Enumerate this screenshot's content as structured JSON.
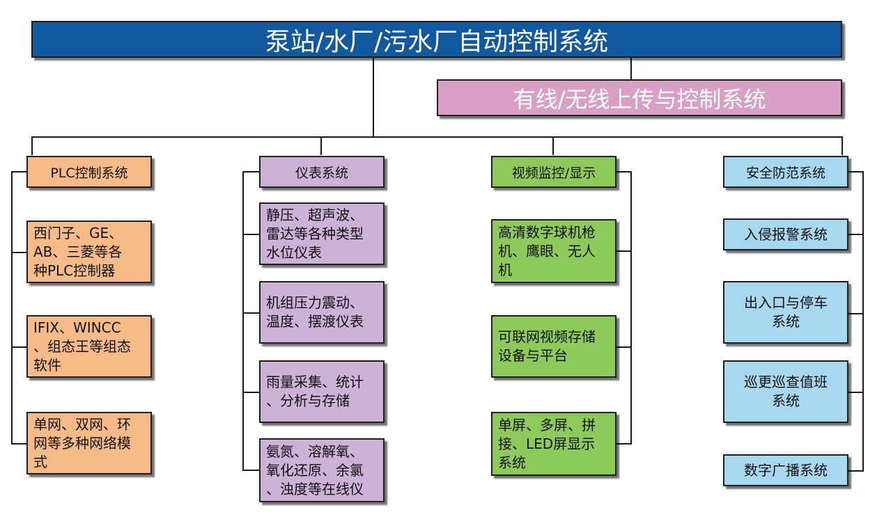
{
  "title": "泵站/水厂/污水厂自动控制系统",
  "subtitle": "有线/无线上传与控制系统",
  "columns": [
    {
      "header": "PLC控制系统",
      "items": [
        "西门子、GE、\nAB、三菱等各\n种PLC控制器",
        "IFIX、WINCC\n、组态王等组态\n软件",
        "单网、双网、环\n网等多种网络模\n式"
      ]
    },
    {
      "header": "仪表系统",
      "items": [
        "静压、超声波、\n雷达等各种类型\n水位仪表",
        "机组压力震动、\n温度、摆渡仪表",
        "雨量采集、统计\n、分析与存储",
        "氨氮、溶解氧、\n氧化还原、余氯\n、浊度等在线仪"
      ]
    },
    {
      "header": "视频监控/显示",
      "items": [
        "高清数字球机枪\n机、鹰眼、无人\n机",
        "可联网视频存储\n设备与平台",
        "单屏、多屏、拼\n接、LED屏显示\n系统"
      ]
    },
    {
      "header": "安全防范系统",
      "items": [
        "入侵报警系统",
        "出入口与停车\n系统",
        "巡更巡查值班\n系统",
        "数字广播系统"
      ]
    }
  ],
  "colors": {
    "title_bg": "#11589e",
    "subtitle_bg": "#d9a0c6",
    "plc": "#f6bb88",
    "instrument": "#cdb2d8",
    "video": "#8ec95b",
    "security": "#a8d8ef"
  }
}
